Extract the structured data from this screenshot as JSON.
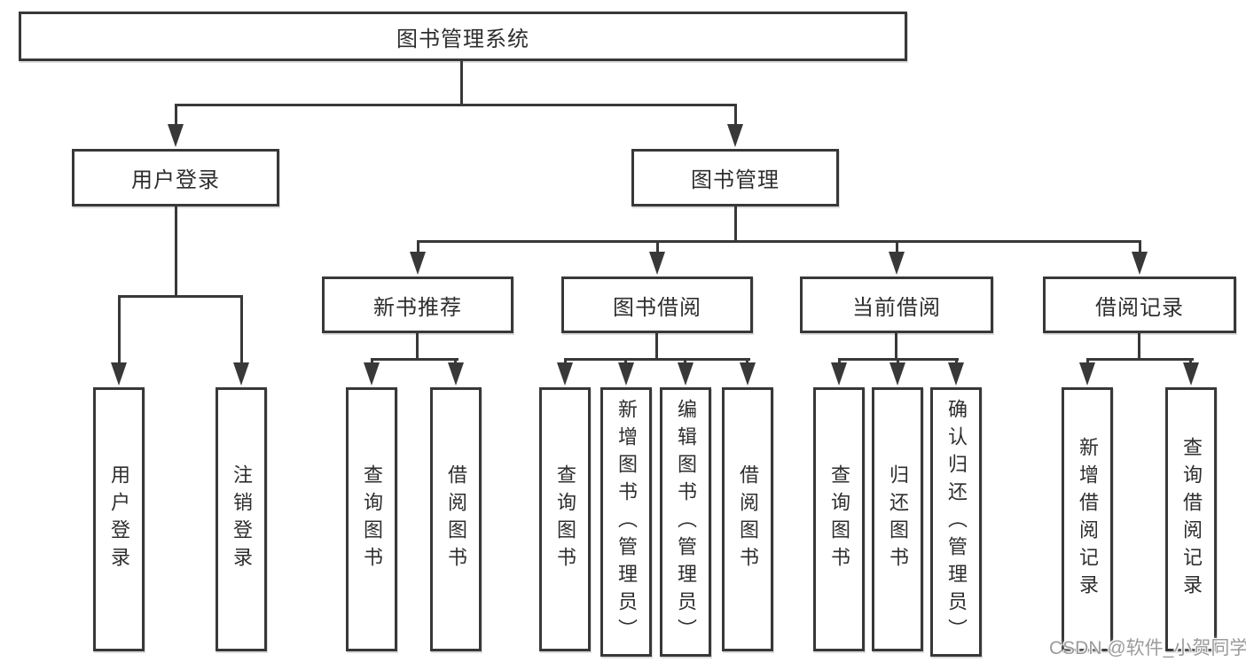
{
  "root": {
    "label": "图书管理系统"
  },
  "user": {
    "label": "用户登录",
    "children": [
      {
        "label": "用户登录"
      },
      {
        "label": "注销登录"
      }
    ]
  },
  "books": {
    "label": "图书管理",
    "sections": [
      {
        "label": "新书推荐",
        "children": [
          {
            "label": "查询图书"
          },
          {
            "label": "借阅图书"
          }
        ]
      },
      {
        "label": "图书借阅",
        "children": [
          {
            "label": "查询图书"
          },
          {
            "label": "新增图书（管理员）"
          },
          {
            "label": "编辑图书（管理员）"
          },
          {
            "label": "借阅图书"
          }
        ]
      },
      {
        "label": "当前借阅",
        "children": [
          {
            "label": "查询图书"
          },
          {
            "label": "归还图书"
          },
          {
            "label": "确认归还（管理员）"
          }
        ]
      },
      {
        "label": "借阅记录",
        "children": [
          {
            "label": "新增借阅记录"
          },
          {
            "label": "查询借阅记录"
          }
        ]
      }
    ]
  },
  "watermark": {
    "text": "CSDN @软件_小贺同学"
  },
  "colors": {
    "line": "#383838",
    "text": "#2e2e2e",
    "watermark": "#9b9b9b"
  }
}
